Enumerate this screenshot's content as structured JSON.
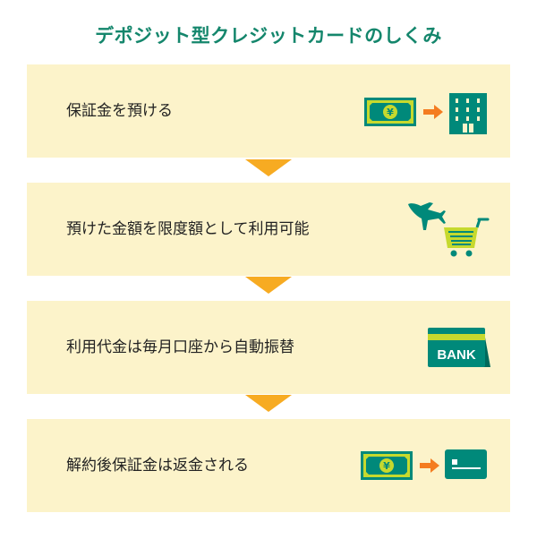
{
  "title": "デポジット型クレジットカードのしくみ",
  "steps": [
    {
      "label": "保証金を預ける"
    },
    {
      "label": "預けた金額を限度額として利用可能"
    },
    {
      "label": "利用代金は毎月口座から自動振替"
    },
    {
      "label": "解約後保証金は返金される"
    }
  ],
  "icons": {
    "bank_text": "BANK",
    "yen": "¥"
  },
  "colors": {
    "teal": "#00897a",
    "lime": "#c6d92e",
    "panel": "#fcf3ca",
    "arrow": "#f7ab22",
    "orange": "#f47c20",
    "title": "#14866c"
  }
}
